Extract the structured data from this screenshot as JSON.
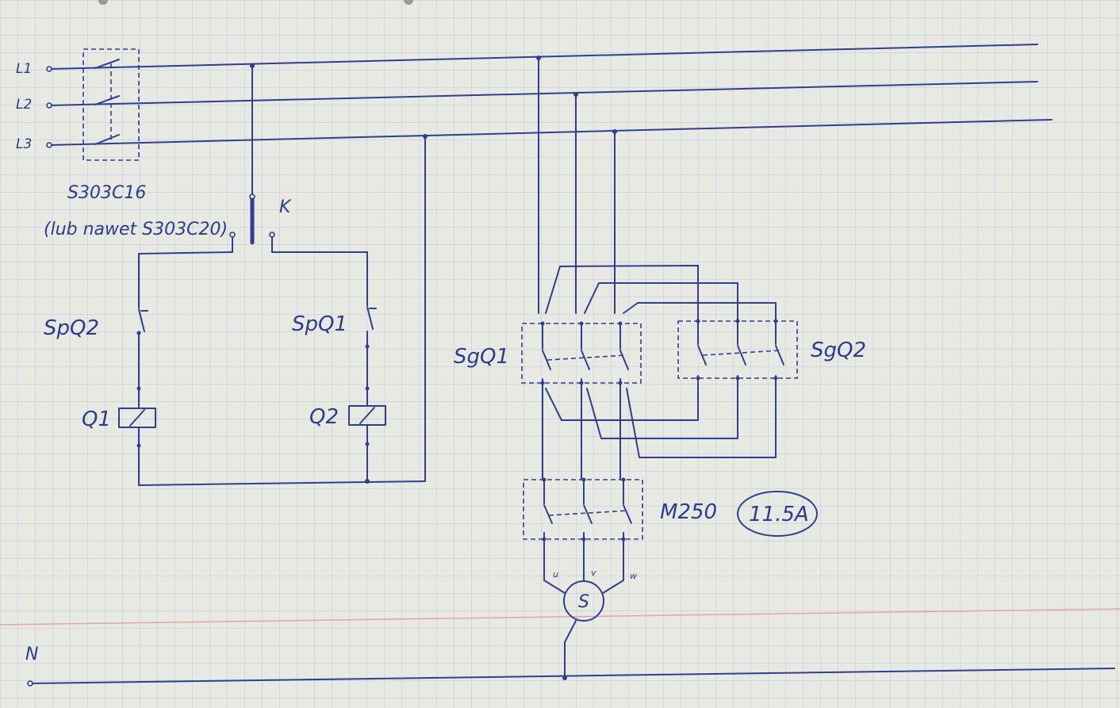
{
  "labels": {
    "phase_l1": "L1",
    "phase_l2": "L2",
    "phase_l3": "L3",
    "neutral": "N",
    "breaker_model": "S303C16",
    "breaker_alt": "(lub nawet S303C20)",
    "button": "K",
    "interlock_q2": "SpQ2",
    "interlock_q1": "SpQ1",
    "coil_q1": "Q1",
    "coil_q2": "Q2",
    "contactor_q1": "SgQ1",
    "contactor_q2": "SgQ2",
    "motor_protector": "M250",
    "current_rating": "11.5A",
    "motor": "S",
    "terminal_u": "u",
    "terminal_v": "v",
    "terminal_w": "w"
  },
  "colors": {
    "ink": "#2e3f92",
    "grid": "#b9c6d8",
    "margin": "#e2a3ad",
    "paper": "#e9e9e4"
  }
}
